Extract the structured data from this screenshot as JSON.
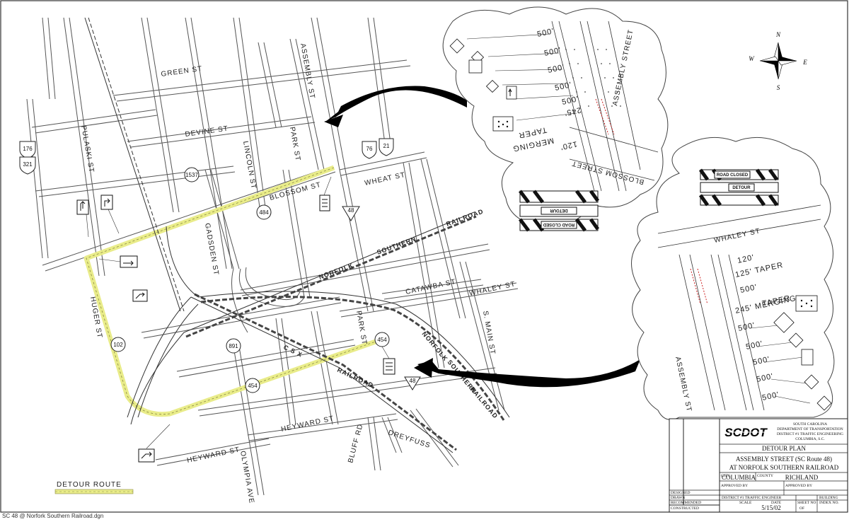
{
  "streets": {
    "green": "GREEN ST",
    "devine": "DEVINE ST",
    "lincoln": "LINCOLN ST",
    "park_n": "PARK ST",
    "assembly_n": "ASSEMBLY ST",
    "pulaski": "PULASKI ST",
    "wheat": "WHEAT ST",
    "blossom": "BLOSSOM ST",
    "gadsden": "GADSDEN ST",
    "catawba": "CATAWBA ST",
    "whaley": "WHALEY ST",
    "park_s": "PARK ST",
    "s_main": "S. MAIN ST",
    "huger": "HUGER ST",
    "heyward1": "HEYWARD ST",
    "heyward2": "HEYWARD ST",
    "olympia": "OLYMPIA AVE",
    "bluff": "BLUFF RD",
    "dreyfuss": "DREYFUSS"
  },
  "railroads": {
    "ns_railroad": "RAILROAD",
    "ns_southern": "SOUTHERN",
    "ns_norfolk": "NORFOLK",
    "csx": "C S X",
    "csx_railroad": "RAILROAD",
    "ns2_norfolk": "NORFOLK",
    "ns2_southern": "SOUTHERN",
    "ns2_railroad": "RAILROAD"
  },
  "routes": {
    "us176": "176",
    "us321": "321",
    "us76": "76",
    "us21": "21",
    "sc1537": "1537",
    "sc484": "484",
    "sc48a": "48",
    "sc48b": "48",
    "sc891": "891",
    "sc454a": "454",
    "sc454b": "454",
    "sc102": "102"
  },
  "inset_north": {
    "street_assembly": "ASSEMBLY STREET",
    "street_blossom": "BLOSSOM STREET",
    "d1": "500'",
    "d2": "500'",
    "d3": "500'",
    "d4": "500'",
    "d5": "500'",
    "d6": "245'",
    "merging": "MERGING",
    "taper": "TAPER",
    "d7": "120'",
    "sign_road": "ROAD CLOSED",
    "sign_detour": "DETOUR"
  },
  "inset_south": {
    "street_whaley": "WHALEY ST",
    "street_assembly": "ASSEMBLY ST",
    "d120": "120'",
    "d125": "125' TAPER",
    "d500a": "500'",
    "d245": "245' MERGING",
    "taper": "TAPER",
    "d500b": "500'",
    "d500c": "500'",
    "d500d": "500'",
    "d500e": "500'",
    "d500f": "500'",
    "sign_road": "ROAD CLOSED",
    "sign_detour": "DETOUR"
  },
  "compass": {
    "n": "N",
    "s": "S",
    "e": "E",
    "w": "W"
  },
  "legend": {
    "label": "DETOUR ROUTE"
  },
  "title_block": {
    "logo": "SCDOT",
    "agency1": "SOUTH CAROLINA",
    "agency2": "DEPARTMENT OF TRANSPORTATION",
    "agency3": "DISTRICT #1 TRAFFIC ENGINEERING",
    "agency4": "COLUMBIA, S.C.",
    "plan_title": "DETOUR   PLAN",
    "line1": "ASSEMBLY STREET (SC Route 48)",
    "line2": "AT NORFOLK SOUTHERN RAILROAD",
    "city_label": "CITY",
    "city": "COLUMBIA",
    "county_label": "COUNTY",
    "county": "RICHLAND",
    "approved1": "APPROVED BY",
    "approved2": "APPROVED BY",
    "designed": "DESIGNED",
    "drawn": "DRAWN",
    "recommended": "RECOMMENDED",
    "constructed": "CONSTRUCTED",
    "district_eng": "DISTRICT #1 TRAFFIC ENGINEER",
    "scale": "SCALE",
    "date_label": "DATE",
    "date": "5/15/02",
    "sheet_no": "SHEET NO",
    "of": "OF",
    "index_no": "INDEX NO.",
    "building": "BUILDING"
  },
  "footer": {
    "filename": "SC 48 @ Norfork Southern Railroad.dgn"
  },
  "colors": {
    "detour": "#e9ec8a",
    "line": "#444444",
    "ink": "#111111",
    "brake": "#cc2222"
  }
}
